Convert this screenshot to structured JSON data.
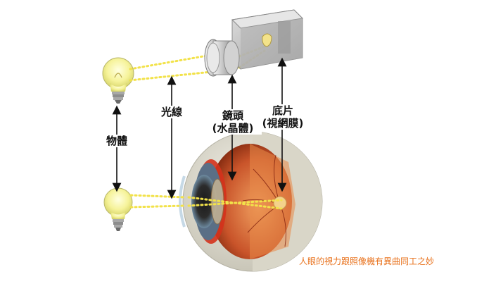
{
  "labels": {
    "object": "物體",
    "light_ray": "光線",
    "lens_line1": "鏡頭",
    "lens_line2": "(水晶體)",
    "film_line1": "底片",
    "film_line2": "(視網膜)"
  },
  "caption": "人眼的視力跟照像機有異曲同工之妙",
  "icons": [
    "bulb-icon",
    "camera-icon",
    "eyeball-icon",
    "arrow-icon"
  ],
  "colors": {
    "caption": "#e8701a",
    "dots": "#f2e24a",
    "iris_rim": "#d4321c",
    "retina": "#c9542a"
  }
}
